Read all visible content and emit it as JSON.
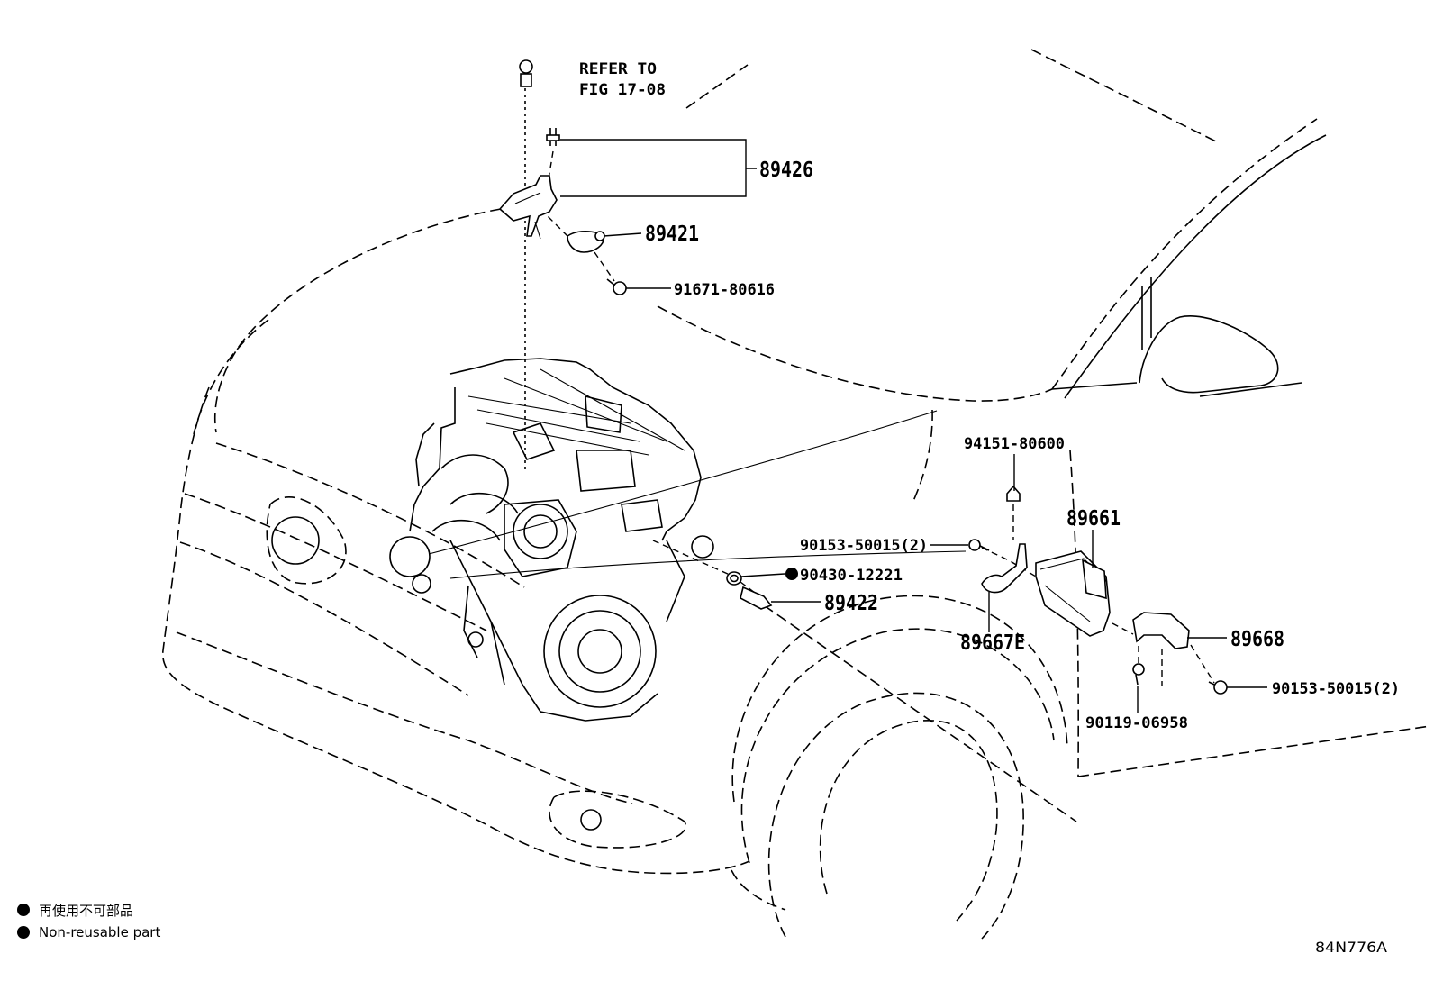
{
  "figure": {
    "reference": {
      "line1": "REFER TO",
      "line2": "FIG 17-08"
    },
    "callouts": {
      "p89426": "89426",
      "p89421": "89421",
      "p91671": "91671-80616",
      "p94151": "94151-80600",
      "p89661": "89661",
      "p90153a": "90153-50015(2)",
      "p90430": "90430-12221",
      "p89422": "89422",
      "p89667e": "89667E",
      "p89668": "89668",
      "p90153b": "90153-50015(2)",
      "p90119": "90119-06958"
    },
    "legend": {
      "ja": "再使用不可部品",
      "en": "Non-reusable part"
    },
    "figure_id": "84N776A"
  },
  "colors": {
    "ink": "#000000",
    "background": "#ffffff"
  }
}
